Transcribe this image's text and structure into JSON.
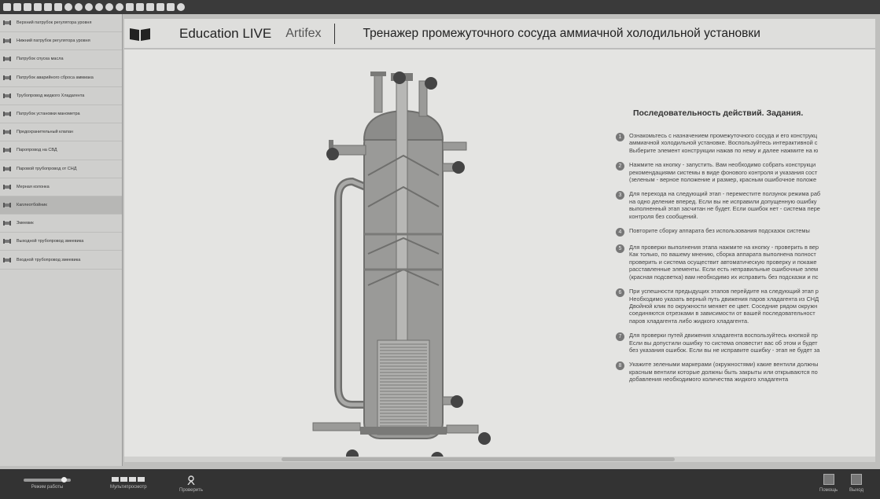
{
  "header": {
    "brand": "Education LIVE",
    "product": "Artifex",
    "title": "Тренажер промежуточного сосуда аммиачной холодильной установки"
  },
  "sidebar": {
    "items": [
      {
        "label": "Верхний патрубок регулятора уровня",
        "icon": "pipe-icon"
      },
      {
        "label": "Нижний патрубок регулятора уровня",
        "icon": "pipe-icon"
      },
      {
        "label": "Патрубок спуска масла",
        "icon": "pipe-icon"
      },
      {
        "label": "Патрубок аварийного сброса аммиака",
        "icon": "pipe-icon"
      },
      {
        "label": "Трубопровод жидкого Хладагента",
        "icon": "pipe-icon"
      },
      {
        "label": "Патрубок установки манометра",
        "icon": "pipe-icon"
      },
      {
        "label": "Предохранительный клапан",
        "icon": "valve-icon"
      },
      {
        "label": "Паропровод на СВД",
        "icon": "pipe-icon"
      },
      {
        "label": "Паровой трубопровод от СНД",
        "icon": "pipe-icon"
      },
      {
        "label": "Мерная колонка",
        "icon": "column-icon"
      },
      {
        "label": "Каплеотбойник",
        "icon": "separator-icon"
      },
      {
        "label": "Змеевик",
        "icon": "coil-icon"
      },
      {
        "label": "Выходной трубопровод змеевика",
        "icon": "pipe-icon"
      },
      {
        "label": "Входной трубопровод змеевика",
        "icon": "pipe-icon"
      }
    ]
  },
  "tasks": {
    "title": "Последовательность действий. Задания.",
    "items": [
      {
        "num": "1",
        "text": "Ознакомьтесь с назначением промежуточного сосуда и его конструкц\nаммиачной холодильной установке. Воспользуйтесь интерактивной с\nВыберите элемент конструкции нажав по нему и далее нажмите на ю"
      },
      {
        "num": "2",
        "text": "Нажмите на кнопку - запустить. Вам необходимо собрать конструкци\nрекомендациями системы в виде фонового контроля и указания сост\n(зеленым - верное положение и размер, красным ошибочное положе"
      },
      {
        "num": "3",
        "text": "Для перехода на следующий этап - переместите ползунок режима раб\nна одно деление вперед. Если вы не исправили допущенную ошибку\nвыполненный этап засчитан не будет. Если ошибок нет - система пере\nконтроля без сообщений."
      },
      {
        "num": "4",
        "text": "Повторите сборку аппарата без использования подсказок системы"
      },
      {
        "num": "5",
        "text": "Для проверки выполнения этапа нажмите на кнопку - проверить в вер\nКак только, по вашему мнению, сборка аппарата выполнена полност\nпроверить и система осуществит автоматическую проверку и покаже\nрасставленные элементы. Если есть неправильные ошибочные элем\n(красная подсветка) вам необходимо их исправить без подсказки и пс"
      },
      {
        "num": "6",
        "text": "При успешности предыдущих этапов перейдите на следующий этап р\nНеобходимо указать верный путь движения паров хладагента из СНД\nДвойной клик по окружности меняет ее цвет. Соседние рядом окружн\nсоединяются отрезками в зависимости от вашей последовательност\nпаров хладагента либо жидкого хладагента."
      },
      {
        "num": "7",
        "text": "Для проверки путей движения хладагента воспользуйтесь кнопкой пр\nЕсли вы допустили ошибку то система оповестит вас об этом и будет\nбез указания ошибок. Если вы не исправите ошибку - этап не будет за"
      },
      {
        "num": "8",
        "text": "Укажите зелеными маркерами (окружностями) какие вентили должны\nкрасным вентили которые должны быть закрыты или открываются по\nдобавления необходимого количества жидкого хладагента"
      }
    ]
  },
  "bottombar": {
    "mode_label": "Режим работы",
    "mode_value": 0.85,
    "multiview_label": "Мультипросмотр",
    "check_label": "Проверить",
    "right_label_1": "Помощь",
    "right_label_2": "Выход"
  },
  "colors": {
    "vessel_body": "#9a9a98",
    "vessel_dark": "#6f6f6d",
    "marker": "#444444"
  }
}
